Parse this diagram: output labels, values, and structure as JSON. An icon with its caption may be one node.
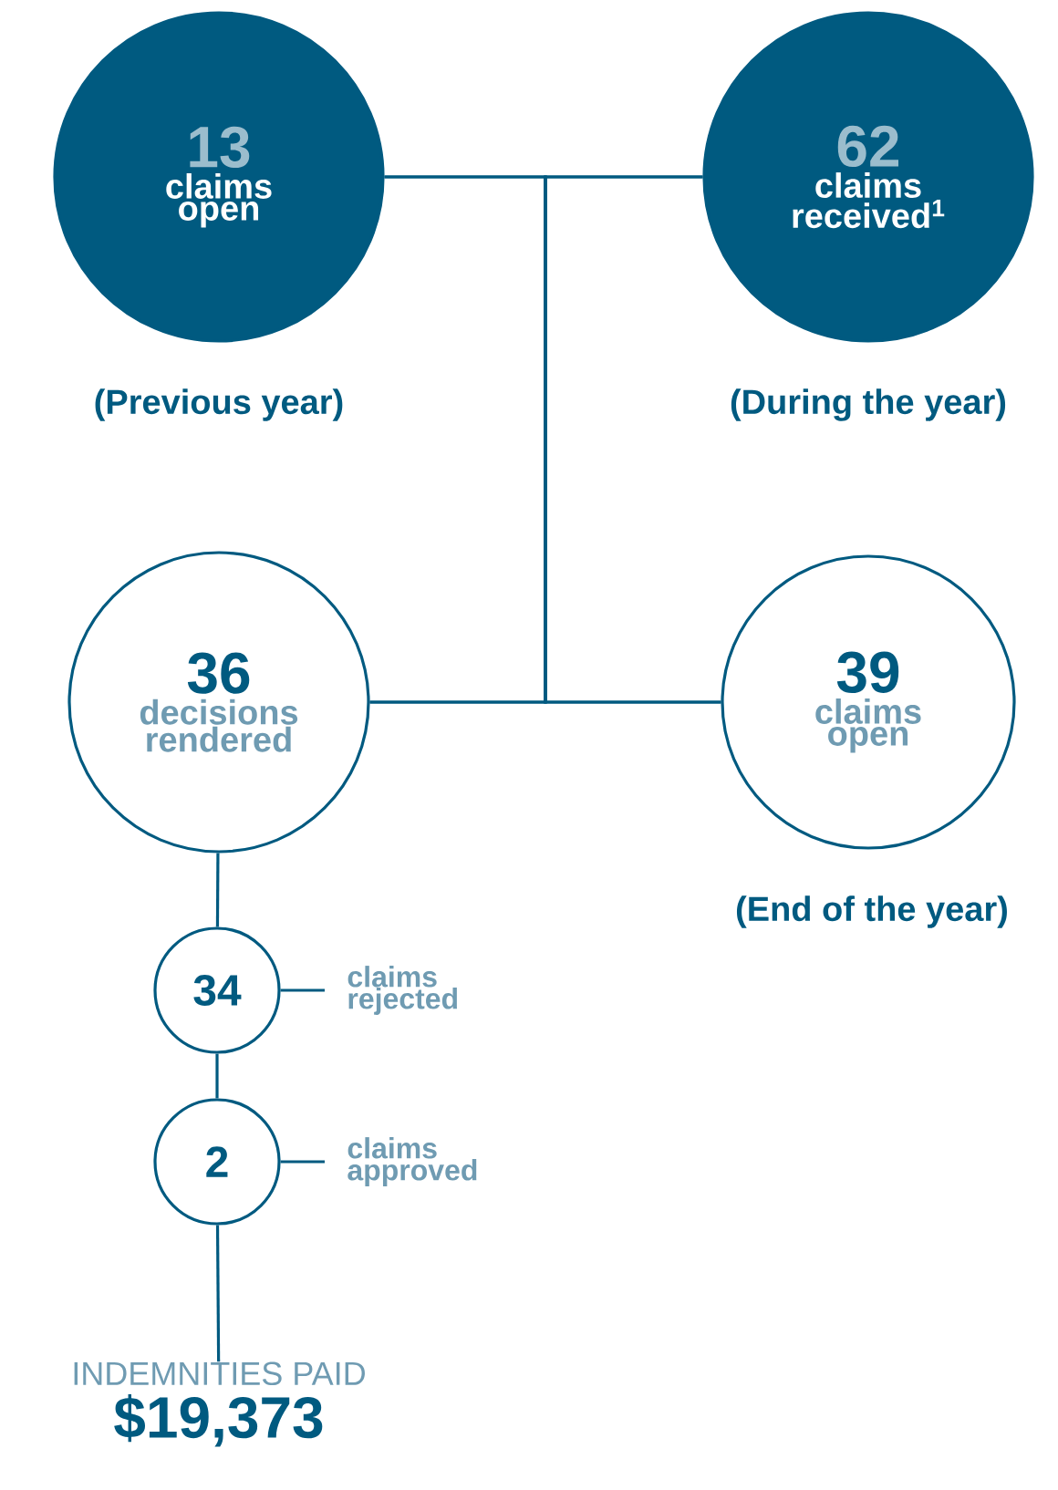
{
  "diagram": {
    "nodes": [
      {
        "text": [
          "13",
          "claims open"
        ],
        "beside": [
          "(Previous year)"
        ]
      },
      {
        "text": [
          "62",
          "claims received$^{1}$"
        ],
        "beside": [
          "(During the year)"
        ]
      },
      {
        "text": [
          "36",
          "decisions rendered"
        ]
      },
      {
        "text": [
          "39",
          "claims open"
        ],
        "beside": [
          "(End of the year)"
        ]
      },
      {
        "text": [
          "34"
        ]
      },
      {
        "text": [
          "claims rejected"
        ]
      },
      {
        "text": [
          "2"
        ]
      },
      {
        "text": [
          "claims approved"
        ]
      },
      {
        "text": [
          "INDEMNITIES PAID",
          "$19,373"
        ]
      }
    ],
    "edges": [
      {
        "from": 0,
        "to": 2,
        "arrow": "none"
      },
      {
        "from": 0,
        "to": 3,
        "arrow": "none"
      },
      {
        "from": 1,
        "to": 2,
        "arrow": "none"
      },
      {
        "from": 1,
        "to": 3,
        "arrow": "none"
      },
      {
        "from": 2,
        "to": 4,
        "arrow": "none"
      },
      {
        "from": 4,
        "to": 5,
        "arrow": "none"
      },
      {
        "from": 4,
        "to": 6,
        "arrow": "none"
      },
      {
        "from": 6,
        "to": 7,
        "arrow": "none"
      },
      {
        "from": 6,
        "to": 8,
        "arrow": "none"
      }
    ]
  }
}
